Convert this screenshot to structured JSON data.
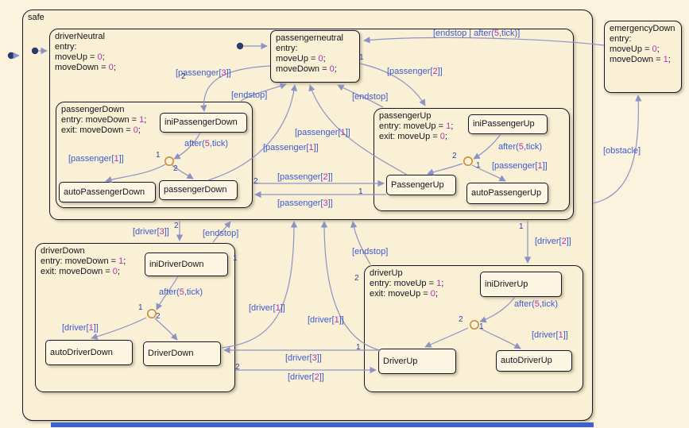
{
  "colors": {
    "background": "#fbf3dd",
    "state_fill": "#f9f0d6",
    "leaf_fill": "#fcf5e2",
    "state_border": "#15152b",
    "transition_line": "#8d92c4",
    "label_blue": "#3d5acd",
    "value_magenta": "#b42fb4",
    "sequence_navy": "#2b3f9e",
    "junction_orange": "#cf8c3a",
    "scrollbar_blue": "#3c63cc"
  },
  "states": {
    "safe": {
      "name": "safe"
    },
    "driverNeutral": {
      "name": "driverNeutral",
      "body": [
        "entry:",
        "moveUp = 0;",
        "moveDown = 0;"
      ]
    },
    "passengerneutral": {
      "name": "passengerneutral",
      "body": [
        "entry:",
        "moveUp = 0;",
        "moveDown = 0;"
      ]
    },
    "emergencyDown": {
      "name": "emergencyDown",
      "body": [
        "entry:",
        "moveUp = 0;",
        "moveDown = 1;"
      ]
    },
    "passengerDown": {
      "name": "passengerDown",
      "body": [
        "entry: moveDown = 1;",
        "exit: moveDown = 0;"
      ]
    },
    "iniPassengerDown": {
      "name": "iniPassengerDown"
    },
    "autoPassengerDown": {
      "name": "autoPassengerDown"
    },
    "passengerDownInner": {
      "name": "passengerDown"
    },
    "passengerUp": {
      "name": "passengerUp",
      "body": [
        "entry: moveUp = 1;",
        "exit: moveUp = 0;"
      ]
    },
    "iniPassengerUp": {
      "name": "iniPassengerUp"
    },
    "PassengerUp": {
      "name": "PassengerUp"
    },
    "autoPassengerUp": {
      "name": "autoPassengerUp"
    },
    "driverDown": {
      "name": "driverDown",
      "body": [
        "entry: moveDown = 1;",
        "exit: moveDown = 0;"
      ]
    },
    "iniDriverDown": {
      "name": "iniDriverDown"
    },
    "autoDriverDown": {
      "name": "autoDriverDown"
    },
    "DriverDown": {
      "name": "DriverDown"
    },
    "driverUp": {
      "name": "driverUp",
      "body": [
        "entry: moveUp = 1;",
        "exit: moveUp = 0;"
      ]
    },
    "iniDriverUp": {
      "name": "iniDriverUp"
    },
    "DriverUp": {
      "name": "DriverUp"
    },
    "autoDriverUp": {
      "name": "autoDriverUp"
    }
  },
  "transitions": {
    "emergency_return": "[endstop | after(5,tick)]",
    "passenger2_top": "[passenger[2]]",
    "passenger3_top": "[passenger[3]]",
    "endstop_pd": "[endstop]",
    "endstop_pu": "[endstop]",
    "passenger1_pu": "[passenger[1]]",
    "passenger1_pd": "[passenger[1]]",
    "after_pd": "after(5,tick)",
    "passenger1_auto_pd": "[passenger[1]]",
    "passenger2_mid": "[passenger[2]]",
    "passenger3_mid": "[passenger[3]]",
    "after_pu": "after(5,tick)",
    "passenger1_auto_pu": "[passenger[1]]",
    "obstacle": "[obstacle]",
    "driver3_left": "[driver[3]]",
    "endstop_dd": "[endstop]",
    "endstop_du": "[endstop]",
    "driver2_right": "[driver[2]]",
    "after_dd": "after(5,tick)",
    "driver1_auto_dd": "[driver[1]]",
    "driver1_dd": "[driver[1]]",
    "driver1_du": "[driver[1]]",
    "after_du": "after(5,tick)",
    "driver1_auto_du": "[driver[1]]",
    "driver3_bottom": "[driver[3]]",
    "driver2_bottom": "[driver[2]]",
    "seq1": "1",
    "seq2": "2"
  }
}
